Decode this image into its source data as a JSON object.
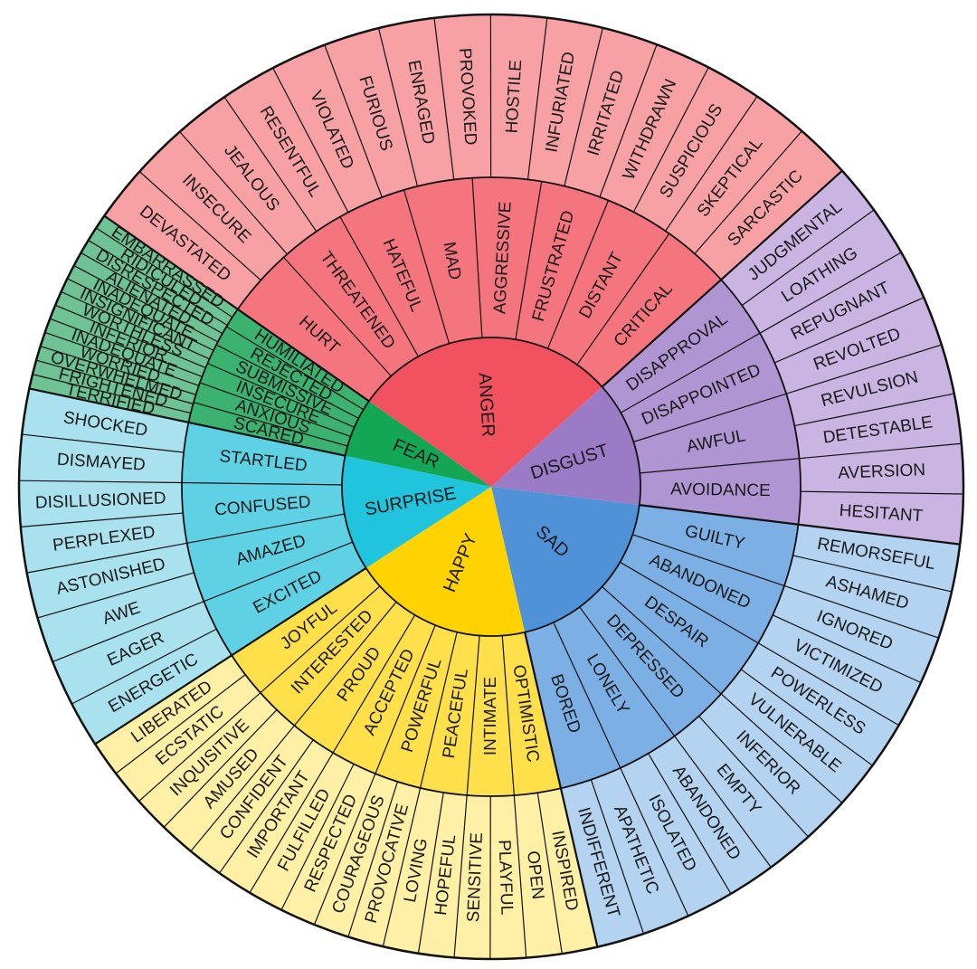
{
  "wheel": {
    "outline_color": "#111111",
    "core": [
      {
        "name": "ANGER",
        "color": "#f2525f",
        "mid": [
          "HURT",
          "THREATENED",
          "HATEFUL",
          "MAD",
          "AGGRESSIVE",
          "FRUSTRATED",
          "DISTANT",
          "CRITICAL"
        ],
        "outer_color": "#f7a1a5",
        "outer": [
          "DEVASTATED",
          "INSECURE",
          "JEALOUS",
          "RESENTFUL",
          "VIOLATED",
          "FURIOUS",
          "ENRAGED",
          "PROVOKED",
          "HOSTILE",
          "INFURIATED",
          "IRRITATED",
          "WITHDRAWN",
          "SUSPICIOUS",
          "SKEPTICAL",
          "SARCASTIC"
        ]
      },
      {
        "name": "DISGUST",
        "color": "#9b7bc6",
        "mid": [
          "DISAPPROVAL",
          "DISAPPOINTED",
          "AWFUL",
          "AVOIDANCE"
        ],
        "outer_color": "#c9b4e2",
        "outer": [
          "JUDGMENTAL",
          "LOATHING",
          "REPUGNANT",
          "REVOLTED",
          "REVULSION",
          "DETESTABLE",
          "AVERSION",
          "HESITANT"
        ]
      },
      {
        "name": "SAD",
        "color": "#4f92d8",
        "mid": [
          "GUILTY",
          "ABANDONED",
          "DESPAIR",
          "DEPRESSED",
          "LONELY",
          "BORED"
        ],
        "outer_color": "#b3d3f1",
        "outer": [
          "REMORSEFUL",
          "ASHAMED",
          "IGNORED",
          "VICTIMIZED",
          "POWERLESS",
          "VULNERABLE",
          "INFERIOR",
          "EMPTY",
          "ABANDONED",
          "ISOLATED",
          "APATHETIC",
          "INDIFFERENT"
        ]
      },
      {
        "name": "HAPPY",
        "color": "#ffd200",
        "mid": [
          "OPTIMISTIC",
          "INTIMATE",
          "PEACEFUL",
          "POWERFUL",
          "ACCEPTED",
          "PROUD",
          "INTERESTED",
          "JOYFUL"
        ],
        "outer_color": "#fff0a5",
        "outer": [
          "INSPIRED",
          "OPEN",
          "PLAYFUL",
          "SENSITIVE",
          "HOPEFUL",
          "LOVING",
          "PROVOCATIVE",
          "COURAGEOUS",
          "RESPECTED",
          "FULFILLED",
          "IMPORTANT",
          "CONFIDENT",
          "AMUSED",
          "INQUISITIVE",
          "ECSTATIC",
          "LIBERATED"
        ]
      },
      {
        "name": "SURPRISE",
        "color": "#21c4dd",
        "mid": [
          "EXCITED",
          "AMAZED",
          "CONFUSED",
          "STARTLED"
        ],
        "outer_color": "#a9e2ee",
        "outer": [
          "ENERGETIC",
          "EAGER",
          "AWE",
          "ASTONISHED",
          "PERPLEXED",
          "DISILLUSIONED",
          "DISMAYED",
          "SHOCKED"
        ]
      },
      {
        "name": "FEAR",
        "color": "#12a655",
        "mid": [
          "SCARED",
          "ANXIOUS",
          "INSECURE",
          "SUBMISSIVE",
          "REJECTED",
          "HUMILIATED"
        ],
        "outer_color": "#6fc293",
        "outer": [
          "TERRIFIED",
          "FRIGHTENED",
          "OVERWHELMED",
          "WORRIED",
          "INADEQUATE",
          "INFERIOR",
          "WORTHLESS",
          "INSIGNIFICANT",
          "INADEQUATE",
          "ALIENATED",
          "DISRESPECTED",
          "RIDICULED",
          "EMBARRASSED"
        ]
      }
    ]
  }
}
